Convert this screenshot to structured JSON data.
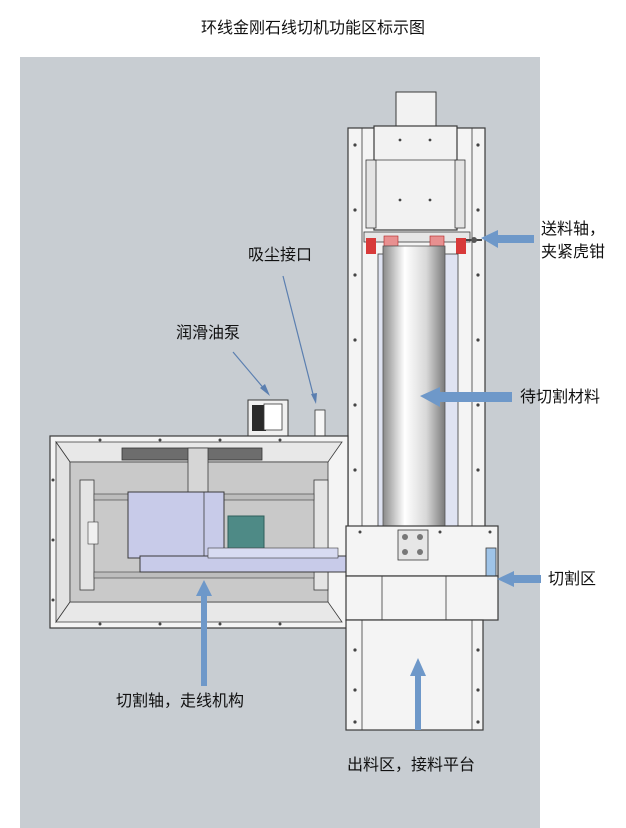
{
  "title": "环线金刚石线切机功能区标示图",
  "labels": {
    "dust_port": "吸尘接口",
    "oil_pump": "润滑油泵",
    "feed_axis": [
      "送料轴，",
      "夹紧虎钳"
    ],
    "material": "待切割材料",
    "cut_zone": "切割区",
    "cut_axis": "切割轴，走线机构",
    "outfeed": "出料区，接料平台"
  },
  "colors": {
    "background_panel": "#c8cdd2",
    "frame_stroke": "#3a3a3a",
    "machine_fill": "#f4f4f4",
    "arrow_blue": "#6e98c9",
    "clamp_red": "#d83a3a",
    "accent_lavender": "#c8cbe9",
    "accent_teal": "#4e8a86",
    "roller_dark": "#6d6d6d"
  }
}
